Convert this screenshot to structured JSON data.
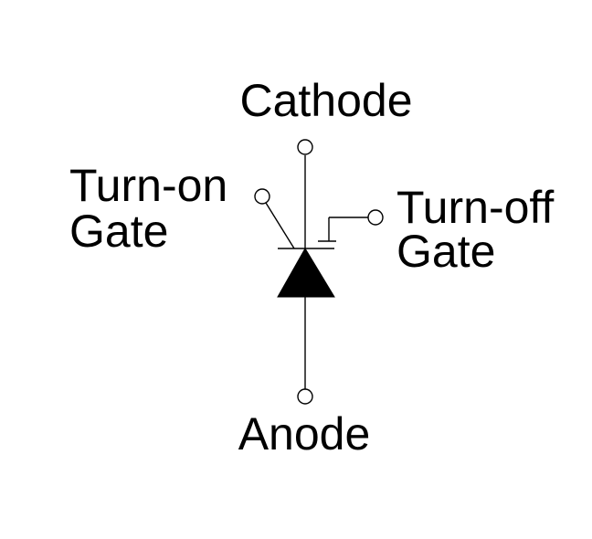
{
  "diagram": {
    "labels": {
      "cathode": "Cathode",
      "anode": "Anode",
      "turn_on_line1": "Turn-on",
      "turn_on_line2": "Gate",
      "turn_off_line1": "Turn-off",
      "turn_off_line2": "Gate"
    },
    "colors": {
      "stroke": "#000000",
      "fill": "#000000",
      "terminal_fill": "#ffffff",
      "background": "#ffffff"
    }
  }
}
